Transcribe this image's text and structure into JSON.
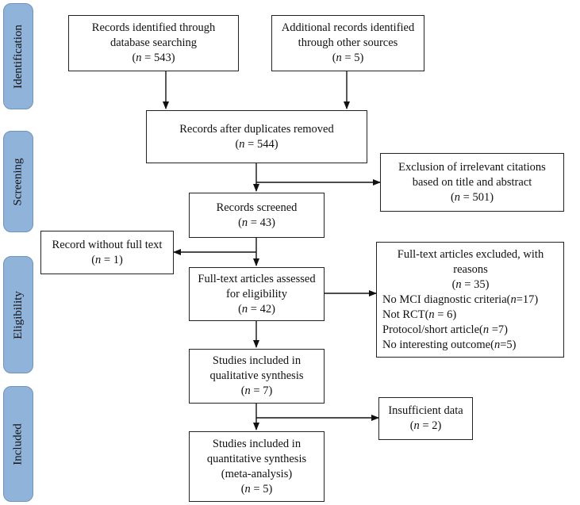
{
  "phases": {
    "identification": "Identification",
    "screening": "Screening",
    "eligibility": "Eligibility",
    "included": "Included"
  },
  "boxes": {
    "db_search": {
      "line1": "Records identified through",
      "line2": "database searching",
      "n": "543"
    },
    "other_sources": {
      "line1": "Additional records identified",
      "line2": "through other sources",
      "n": "5"
    },
    "duplicates_removed": {
      "line1": "Records after duplicates removed",
      "n": "544"
    },
    "irrelevant_excluded": {
      "line1": "Exclusion of irrelevant citations",
      "line2": "based on title and abstract",
      "n": "501"
    },
    "screened": {
      "line1": "Records screened",
      "n": "43"
    },
    "no_full_text": {
      "line1": "Record without full text",
      "n": "1"
    },
    "fulltext_assessed": {
      "line1": "Full-text articles assessed",
      "line2": "for eligibility",
      "n": "42"
    },
    "fulltext_excluded": {
      "line1": "Full-text articles excluded, with",
      "line2": "reasons",
      "n": "35",
      "reasons": [
        {
          "label": "No MCI diagnostic criteria",
          "n": "17",
          "eq": "="
        },
        {
          "label": "Not RCT",
          "n": "6",
          "eq": " = "
        },
        {
          "label": "Protocol/short article",
          "n": "7",
          "eq": " ="
        },
        {
          "label": "No interesting outcome",
          "n": "5",
          "eq": "="
        }
      ]
    },
    "qualitative": {
      "line1": "Studies included in",
      "line2": "qualitative synthesis",
      "n": "7"
    },
    "insufficient": {
      "line1": "Insufficient data",
      "n": "2"
    },
    "quantitative": {
      "line1": "Studies included in",
      "line2": "quantitative synthesis",
      "line3": "(meta-analysis)",
      "n": "5"
    }
  },
  "n_symbol": "n",
  "equals": " = "
}
